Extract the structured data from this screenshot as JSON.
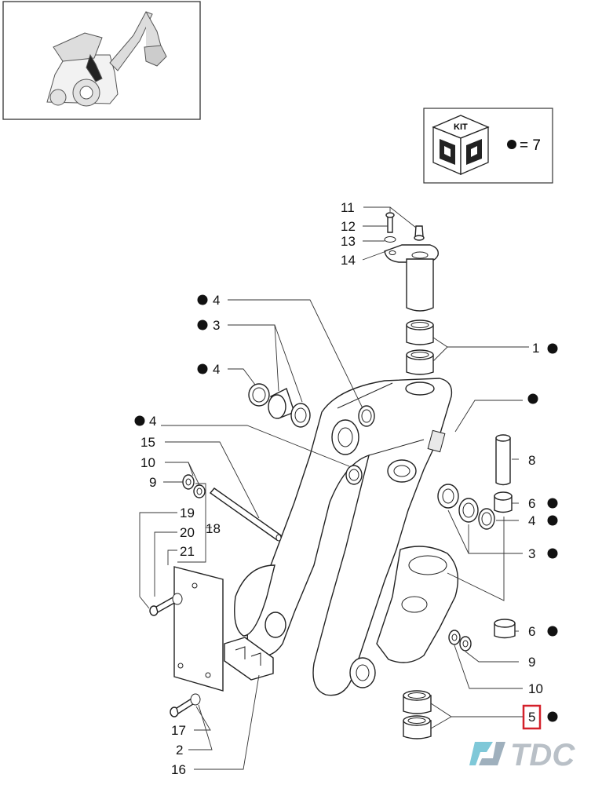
{
  "colors": {
    "highlight": "#d4202a",
    "watermark": "#b9c0c7",
    "logo_accent": "#7fc8d8"
  },
  "kit_box": {
    "label": "KIT",
    "legend": "= 7"
  },
  "watermark": "TDC",
  "callouts": {
    "c11": "11",
    "c12": "12",
    "c13": "13",
    "c14": "14",
    "c4a": "4",
    "c3a": "3",
    "c4b": "4",
    "c4c": "4",
    "c15": "15",
    "c10a": "10",
    "c9a": "9",
    "c19": "19",
    "c20": "20",
    "c21": "21",
    "c18": "18",
    "c1": "1",
    "c8": "8",
    "c6a": "6",
    "c4d": "4",
    "c3b": "3",
    "c6b": "6",
    "c9b": "9",
    "c10b": "10",
    "c5": "5",
    "c17": "17",
    "c2": "2",
    "c16": "16"
  }
}
